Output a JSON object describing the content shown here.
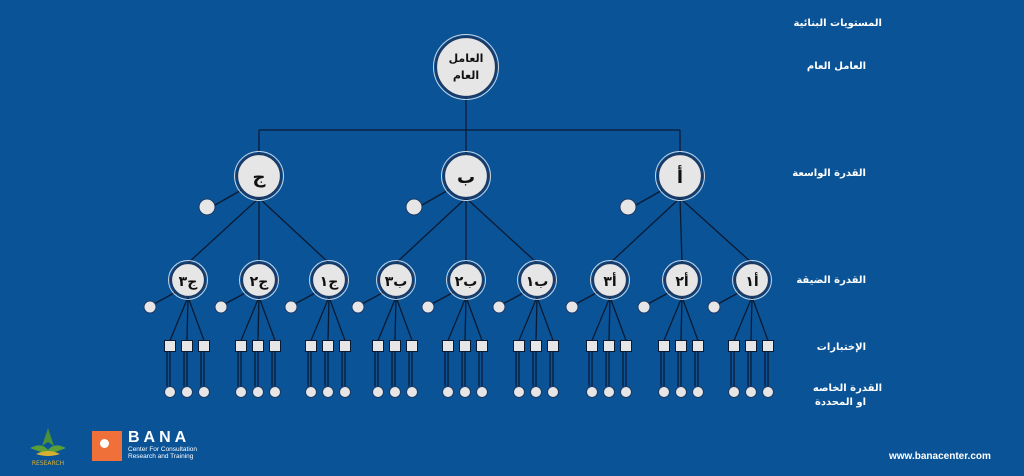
{
  "levels": {
    "header": "المستويات البنائية",
    "general": "العامل العام",
    "broad": "القدرة الواسعة",
    "narrow": "القدرة الضيقة",
    "tests": "الإختبارات",
    "specific_line1": "القدرة الخاصه",
    "specific_line2": "او المحددة"
  },
  "root": {
    "line1": "العامل",
    "line2": "العام"
  },
  "broad_nodes": [
    "ج",
    "ب",
    "أ"
  ],
  "narrow_nodes": [
    "ج٣",
    "ج٢",
    "ج١",
    "ب٣",
    "ب٢",
    "ب١",
    "أ٣",
    "أ٢",
    "أ١"
  ],
  "branding": {
    "left_logo_text": "RESEARCH",
    "bana_title": "BANA",
    "bana_sub1": "Center For Consultation",
    "bana_sub2": "Research and Training",
    "website": "www.banacenter.com"
  },
  "colors": {
    "background": "#0a5396",
    "node_fill": "#e6e6e6",
    "node_ring": "#1a3a66",
    "line": "#0b1a33",
    "accent": "#f0703a"
  }
}
